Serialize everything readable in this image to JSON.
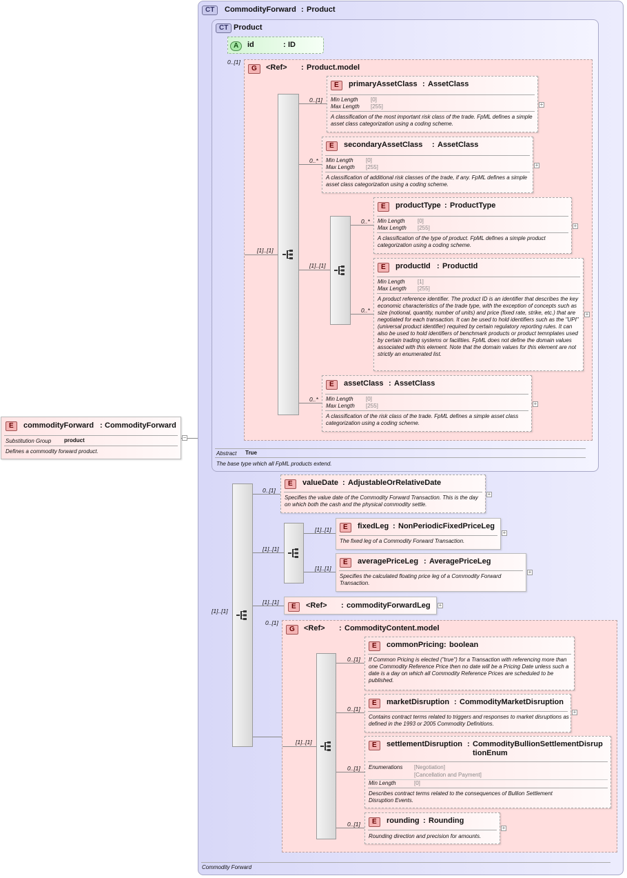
{
  "root": {
    "badge": "E",
    "name": "commodityForward",
    "type": "CommodityForward",
    "subst_label": "Substitution Group",
    "subst_value": "product",
    "desc": "Defines a commodity forward product."
  },
  "ct_outer": {
    "badge": "CT",
    "name": "CommodityForward",
    "type": "Product",
    "footer": "Commodity Forward"
  },
  "ct_inner": {
    "badge": "CT",
    "name": "Product",
    "abstract_label": "Abstract",
    "abstract_value": "True",
    "desc": "The base type which all FpML products extend."
  },
  "attr_id": {
    "badge": "A",
    "name": "id",
    "type": "ID"
  },
  "product_model": {
    "badge": "G",
    "ref": "<Ref>",
    "name": "Product.model",
    "card": "0..[1]"
  },
  "seq_product_card": "[1]..[1]",
  "primaryAssetClass": {
    "badge": "E",
    "name": "primaryAssetClass",
    "type": "AssetClass",
    "card": "0..[1]",
    "minlen_label": "Min Length",
    "minlen": "[0]",
    "maxlen_label": "Max Length",
    "maxlen": "[255]",
    "desc": "A classification of the most important risk class of the trade. FpML defines a simple asset class categorization using a coding scheme."
  },
  "secondaryAssetClass": {
    "badge": "E",
    "name": "secondaryAssetClass",
    "type": "AssetClass",
    "card": "0..*",
    "minlen_label": "Min Length",
    "minlen": "[0]",
    "maxlen_label": "Max Length",
    "maxlen": "[255]",
    "desc": "A classification of additional risk classes of the trade, if any. FpML defines a simple asset class categorization using a coding scheme."
  },
  "seq_product_inner_card": "[1]..[1]",
  "productType": {
    "badge": "E",
    "name": "productType",
    "type": "ProductType",
    "card": "0..*",
    "minlen_label": "Min Length",
    "minlen": "[0]",
    "maxlen_label": "Max Length",
    "maxlen": "[255]",
    "desc": "A classification of the type of product. FpML defines a simple product categorization using a coding scheme."
  },
  "productId": {
    "badge": "E",
    "name": "productId",
    "type": "ProductId",
    "card": "0..*",
    "minlen_label": "Min Length",
    "minlen": "[1]",
    "maxlen_label": "Max Length",
    "maxlen": "[255]",
    "desc": "A product reference identifier. The product ID is an identifier that describes the key economic characteristics of the trade type, with the exception of concepts such as size (notional, quantity, number of units) and price (fixed rate, strike, etc.) that are negotiated for each transaction. It can be used to hold identifiers such as the \"UPI\" (universal product identifier) required by certain regulatory reporting rules. It can also be used to hold identifiers of benchmark products or product temnplates used by certain trading systems or facilities. FpML does not define the domain values associated with this element. Note that the domain values for this element are not strictly an enumerated list."
  },
  "assetClass": {
    "badge": "E",
    "name": "assetClass",
    "type": "AssetClass",
    "card": "0..*",
    "minlen_label": "Min Length",
    "minlen": "[0]",
    "maxlen_label": "Max Length",
    "maxlen": "[255]",
    "desc": "A classification of the risk class of the trade. FpML defines a simple asset class categorization using a coding scheme."
  },
  "seq_main_card": "[1]..[1]",
  "valueDate": {
    "badge": "E",
    "name": "valueDate",
    "type": "AdjustableOrRelativeDate",
    "card": "0..[1]",
    "desc": "Specifies the value date of the Commodity Forward Transaction. This is the day on which both the cash and the physical commodity settle."
  },
  "choice_card": "[1]..[1]",
  "fixedLeg": {
    "badge": "E",
    "name": "fixedLeg",
    "type": "NonPeriodicFixedPriceLeg",
    "card": "[1]..[1]",
    "desc": "The fixed leg of a Commodity Forward Transaction."
  },
  "averagePriceLeg": {
    "badge": "E",
    "name": "averagePriceLeg",
    "type": "AveragePriceLeg",
    "card": "[1]..[1]",
    "desc": "Specifies the calculated floating price leg of a Commodity Forward Transaction."
  },
  "commodityForwardLeg": {
    "badge": "E",
    "ref": "<Ref>",
    "name": "commodityForwardLeg",
    "card": "[1]..[1]"
  },
  "content_model": {
    "badge": "G",
    "ref": "<Ref>",
    "name": "CommodityContent.model",
    "card": "0..[1]"
  },
  "seq_content_card": "[1]..[1]",
  "commonPricing": {
    "badge": "E",
    "name": "commonPricing",
    "type": "boolean",
    "card": "0..[1]",
    "desc": "If Common Pricing is elected (\"true\") for a Transaction with referencing more than one Commodity Reference Price then no date will be a Pricing Date unless such a date is a day on which all Commodity Reference Prices are scheduled to be published."
  },
  "marketDisruption": {
    "badge": "E",
    "name": "marketDisruption",
    "type": "CommodityMarketDisruption",
    "card": "0..[1]",
    "desc": "Contains contract terms related to triggers and responses to market disruptions as defined in the 1993 or 2005 Commodity Definitions."
  },
  "settlementDisruption": {
    "badge": "E",
    "name": "settlementDisruption",
    "type1": "CommodityBullionSettlementDisrup",
    "type2": "tionEnum",
    "card": "0..[1]",
    "enum_label": "Enumerations",
    "enum1": "[Negotiation]",
    "enum2": "[Cancellation and Payment]",
    "minlen_label": "Min Length",
    "minlen": "[0]",
    "desc": "Describes contract terms related to the consequences of Bullion Settlement Disruption Events."
  },
  "rounding": {
    "badge": "E",
    "name": "rounding",
    "type": "Rounding",
    "card": "0..[1]",
    "desc": "Rounding direction and precision for amounts."
  },
  "sep": ":",
  "plus": "+",
  "minus": "−"
}
